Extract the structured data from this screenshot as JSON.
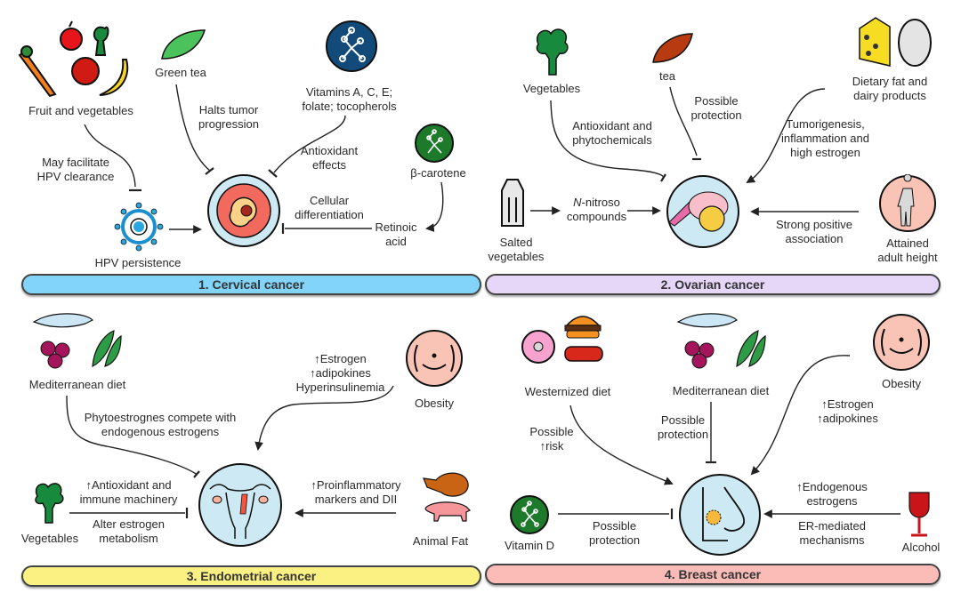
{
  "panels": [
    {
      "title": "1. Cervical cancer",
      "color": "#82d4fb",
      "center": "cervical-cell",
      "nodes": {
        "fruit_veg": "Fruit and vegetables",
        "green_tea": "Green tea",
        "vitamins": [
          "Vitamins A, C, E;",
          "folate; tocopherols"
        ],
        "beta_carotene": "β-carotene",
        "retinoic_acid": [
          "Retinoic",
          "acid"
        ],
        "hpv": "HPV persistence"
      },
      "edges": {
        "fruit_hpv": [
          "May facilitate",
          "HPV clearance"
        ],
        "tea": [
          "Halts tumor",
          "progression"
        ],
        "vitamins": [
          "Antioxidant",
          "effects"
        ],
        "retinoic": [
          "Cellular",
          "differentiation"
        ]
      }
    },
    {
      "title": "2. Ovarian cancer",
      "color": "#e6d6f8",
      "center": "ovary",
      "nodes": {
        "vegetables": "Vegetables",
        "tea": "tea",
        "dairy": [
          "Dietary fat and",
          "dairy products"
        ],
        "salted": [
          "Salted",
          "vegetables"
        ],
        "height": [
          "Attained",
          "adult height"
        ]
      },
      "edges": {
        "vegetables": [
          "Antioxidant  and",
          "phytochemicals"
        ],
        "tea": [
          "Possible",
          "protection"
        ],
        "dairy": [
          "Tumorigenesis,",
          "inflammation and",
          "high estrogen"
        ],
        "nitroso_italic": "N",
        "nitroso": [
          "-nitroso",
          "compounds"
        ],
        "height": [
          "Strong positive",
          "association"
        ]
      }
    },
    {
      "title": "3. Endometrial cancer",
      "color": "#fbf082",
      "center": "uterus",
      "nodes": {
        "mediterranean": "Mediterranean diet",
        "obesity": "Obesity",
        "vegetables": "Vegetables",
        "animal_fat": "Animal Fat"
      },
      "edges": {
        "mediterranean": [
          "Phytoestrognes compete with",
          "endogenous estrogens"
        ],
        "obesity": [
          "↑Estrogen",
          "↑adipokines",
          "Hyperinsulinemia"
        ],
        "vegetables_top": [
          "↑Antioxidant and",
          "immune machinery"
        ],
        "vegetables_bottom": [
          "Alter estrogen",
          "metabolism"
        ],
        "animal_fat": [
          "↑Proinflammatory",
          "markers and DII"
        ]
      }
    },
    {
      "title": "4. Breast cancer",
      "color": "#fbbcb8",
      "center": "breast",
      "nodes": {
        "western": "Westernized diet",
        "mediterranean": "Mediterranean diet",
        "obesity": "Obesity",
        "vitamin_d": "Vitamin D",
        "alcohol": "Alcohol"
      },
      "edges": {
        "western": [
          "Possible",
          "↑risk"
        ],
        "mediterranean": [
          "Possible",
          "protection"
        ],
        "obesity": [
          "↑Estrogen",
          "↑adipokines"
        ],
        "vitamin_d": [
          "Possible",
          "protection"
        ],
        "alcohol_top": [
          "↑Endogenous",
          "estrogens"
        ],
        "alcohol_bottom": [
          "ER-mediated",
          "mechanisms"
        ]
      }
    }
  ]
}
